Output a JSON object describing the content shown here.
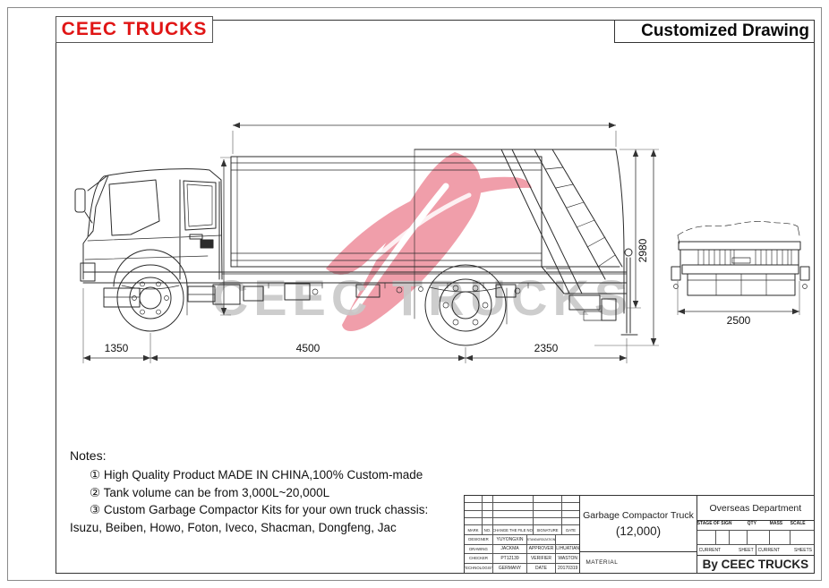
{
  "header": {
    "logo_text": "CEEC TRUCKS",
    "drawing_title": "Customized Drawing"
  },
  "colors": {
    "brand_red": "#e01515",
    "watermark_pink": "#ef96a3",
    "watermark_gray": "#c9c9c9"
  },
  "watermark": {
    "text": "CEEC TRUCKS"
  },
  "dimensions": {
    "front_overhang": "1350",
    "wheelbase": "4500",
    "rear_overhang": "2350",
    "overall_height": "2980",
    "rear_width": "2500"
  },
  "notes": {
    "title": "Notes:",
    "items": [
      "① High Quality Product MADE IN CHINA,100% Custom-made",
      "② Tank volume can be from 3,000L~20,000L",
      "③ Custom Garbage Compactor Kits for your own truck chassis:",
      "Isuzu, Beiben, Howo, Foton, Iveco, Shacman, Dongfeng, Jac"
    ]
  },
  "title_block": {
    "revision_header": {
      "mark": "MARK",
      "no": "NO.",
      "change": "CHANGE THE FILE NO.",
      "signature": "SIGNATURE",
      "date": "DATE"
    },
    "rows": [
      {
        "label": "DESIGNER",
        "value": "YUYONGXIN",
        "label2": "STANDARDIZATION",
        "value2": ""
      },
      {
        "label": "DRAWING",
        "value": "JACKMA",
        "label2": "APPROVER",
        "value2": "LIHUATIAN"
      },
      {
        "label": "CHECKER",
        "value": "PT12139",
        "label2": "VERIFIER",
        "value2": "WASTON"
      },
      {
        "label": "TECHNOLOGIST",
        "value": "GERMANY",
        "label2": "DATE",
        "value2": "20170319"
      }
    ],
    "product": {
      "name": "Garbage Compactor Truck",
      "capacity": "(12,000)",
      "material": "MATERIAL"
    },
    "department": {
      "name": "Overseas Department",
      "stage": "STAGE OF SIGN",
      "qty": "QTY",
      "mass": "MASS",
      "scale": "SCALE",
      "current_left": "CURRENT",
      "sheet": "SHEET",
      "current_right": "CURRENT",
      "sheets": "SHEETS",
      "byline": "By CEEC TRUCKS"
    }
  }
}
